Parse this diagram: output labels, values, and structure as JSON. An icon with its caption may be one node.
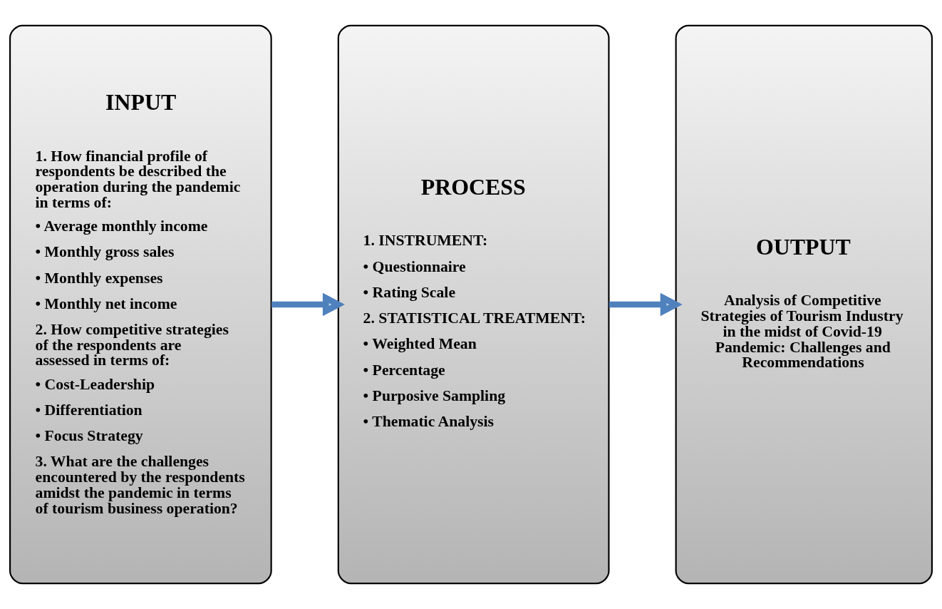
{
  "diagram": {
    "nodes": [
      {
        "text": [
          "INPUT",
          "1. How financial profile of respondents be described the operation during the pandemic in terms of:",
          "• Average monthly income",
          "• Monthly gross sales",
          "• Monthly expenses",
          "• Monthly net income",
          "2. How competitive strategies of the respondents are assessed in terms of:",
          "• Cost-Leadership",
          "• Differentiation",
          "• Focus Strategy",
          "3. What are the challenges encountered by the respondents amidst the pandemic in terms of tourism business operation?"
        ]
      },
      {
        "text": [
          "PROCESS",
          "1. INSTRUMENT:",
          "• Questionnaire",
          "• Rating Scale",
          "2. STATISTICAL TREATMENT:",
          "• Weighted Mean",
          "• Percentage",
          "• Purposive Sampling",
          "• Thematic Analysis"
        ]
      },
      {
        "text": [
          "OUTPUT",
          "Analysis of Competitive Strategies of Tourism Industry in the midst of Covid-19 Pandemic: Challenges and Recommendations"
        ]
      }
    ],
    "edges": [
      {
        "from": 0,
        "to": 1,
        "arrow": "to"
      },
      {
        "from": 1,
        "to": 2,
        "arrow": "to"
      }
    ]
  }
}
